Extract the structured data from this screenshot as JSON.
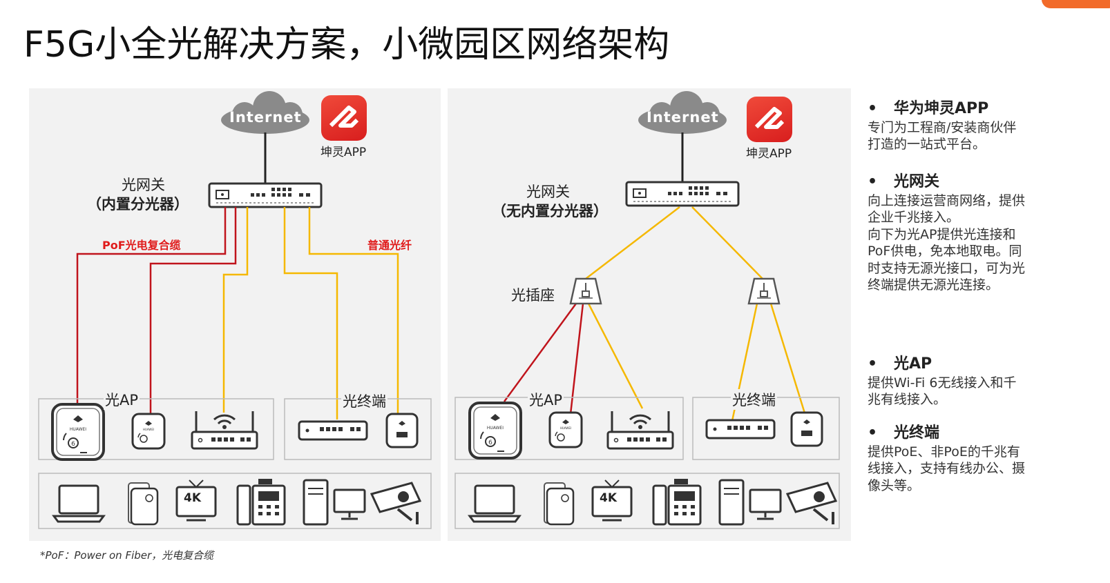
{
  "title": "F5G小全光解决方案，小微园区网络架构",
  "left_diagram": {
    "internet": "Internet",
    "app": "坤灵APP",
    "gateway_line1": "光网关",
    "gateway_line2": "（内置分光器）",
    "pof_label": "PoF光电复合缆",
    "fiber_label": "普通光纤",
    "ap_label": "光AP",
    "terminal_label": "光终端",
    "tv_label": "4K"
  },
  "right_diagram": {
    "internet": "Internet",
    "app": "坤灵APP",
    "gateway_line1": "光网关",
    "gateway_line2": "（无内置分光器）",
    "socket_label": "光插座",
    "ap_label": "光AP",
    "terminal_label": "光终端",
    "tv_label": "4K"
  },
  "sidebar": [
    {
      "heading": "华为坤灵APP",
      "lines": [
        "专门为工程商/安装商伙伴",
        "打造的一站式平台。"
      ]
    },
    {
      "heading": "光网关",
      "lines": [
        "向上连接运营商网络，提供",
        "企业千兆接入。",
        "向下为光AP提供光连接和",
        "PoF供电，免本地取电。同",
        "时支持无源光接口，可为光",
        "终端提供无源光连接。"
      ]
    },
    {
      "heading": "光AP",
      "lines": [
        "提供Wi-Fi 6无线接入和千",
        "兆有线接入。"
      ]
    },
    {
      "heading": "光终端",
      "lines": [
        "提供PoE、非PoE的千兆有",
        "线接入，支持有线办公、摄",
        "像头等。"
      ]
    }
  ],
  "bullet": "•",
  "footnote": "*PoF：Power on Fiber，光电复合缆",
  "colors": {
    "pof": "#c0141c",
    "fiber": "#f5b800",
    "panel": "#f2f2f2",
    "badge": "#f26b2a"
  },
  "icons": [
    "cloud-icon",
    "app-icon",
    "gateway-icon",
    "optical-socket-icon",
    "ap-icon",
    "router-icon",
    "switch-icon",
    "laptop-icon",
    "phone-icon",
    "tv-icon",
    "desk-phone-icon",
    "pc-icon",
    "camera-icon"
  ]
}
